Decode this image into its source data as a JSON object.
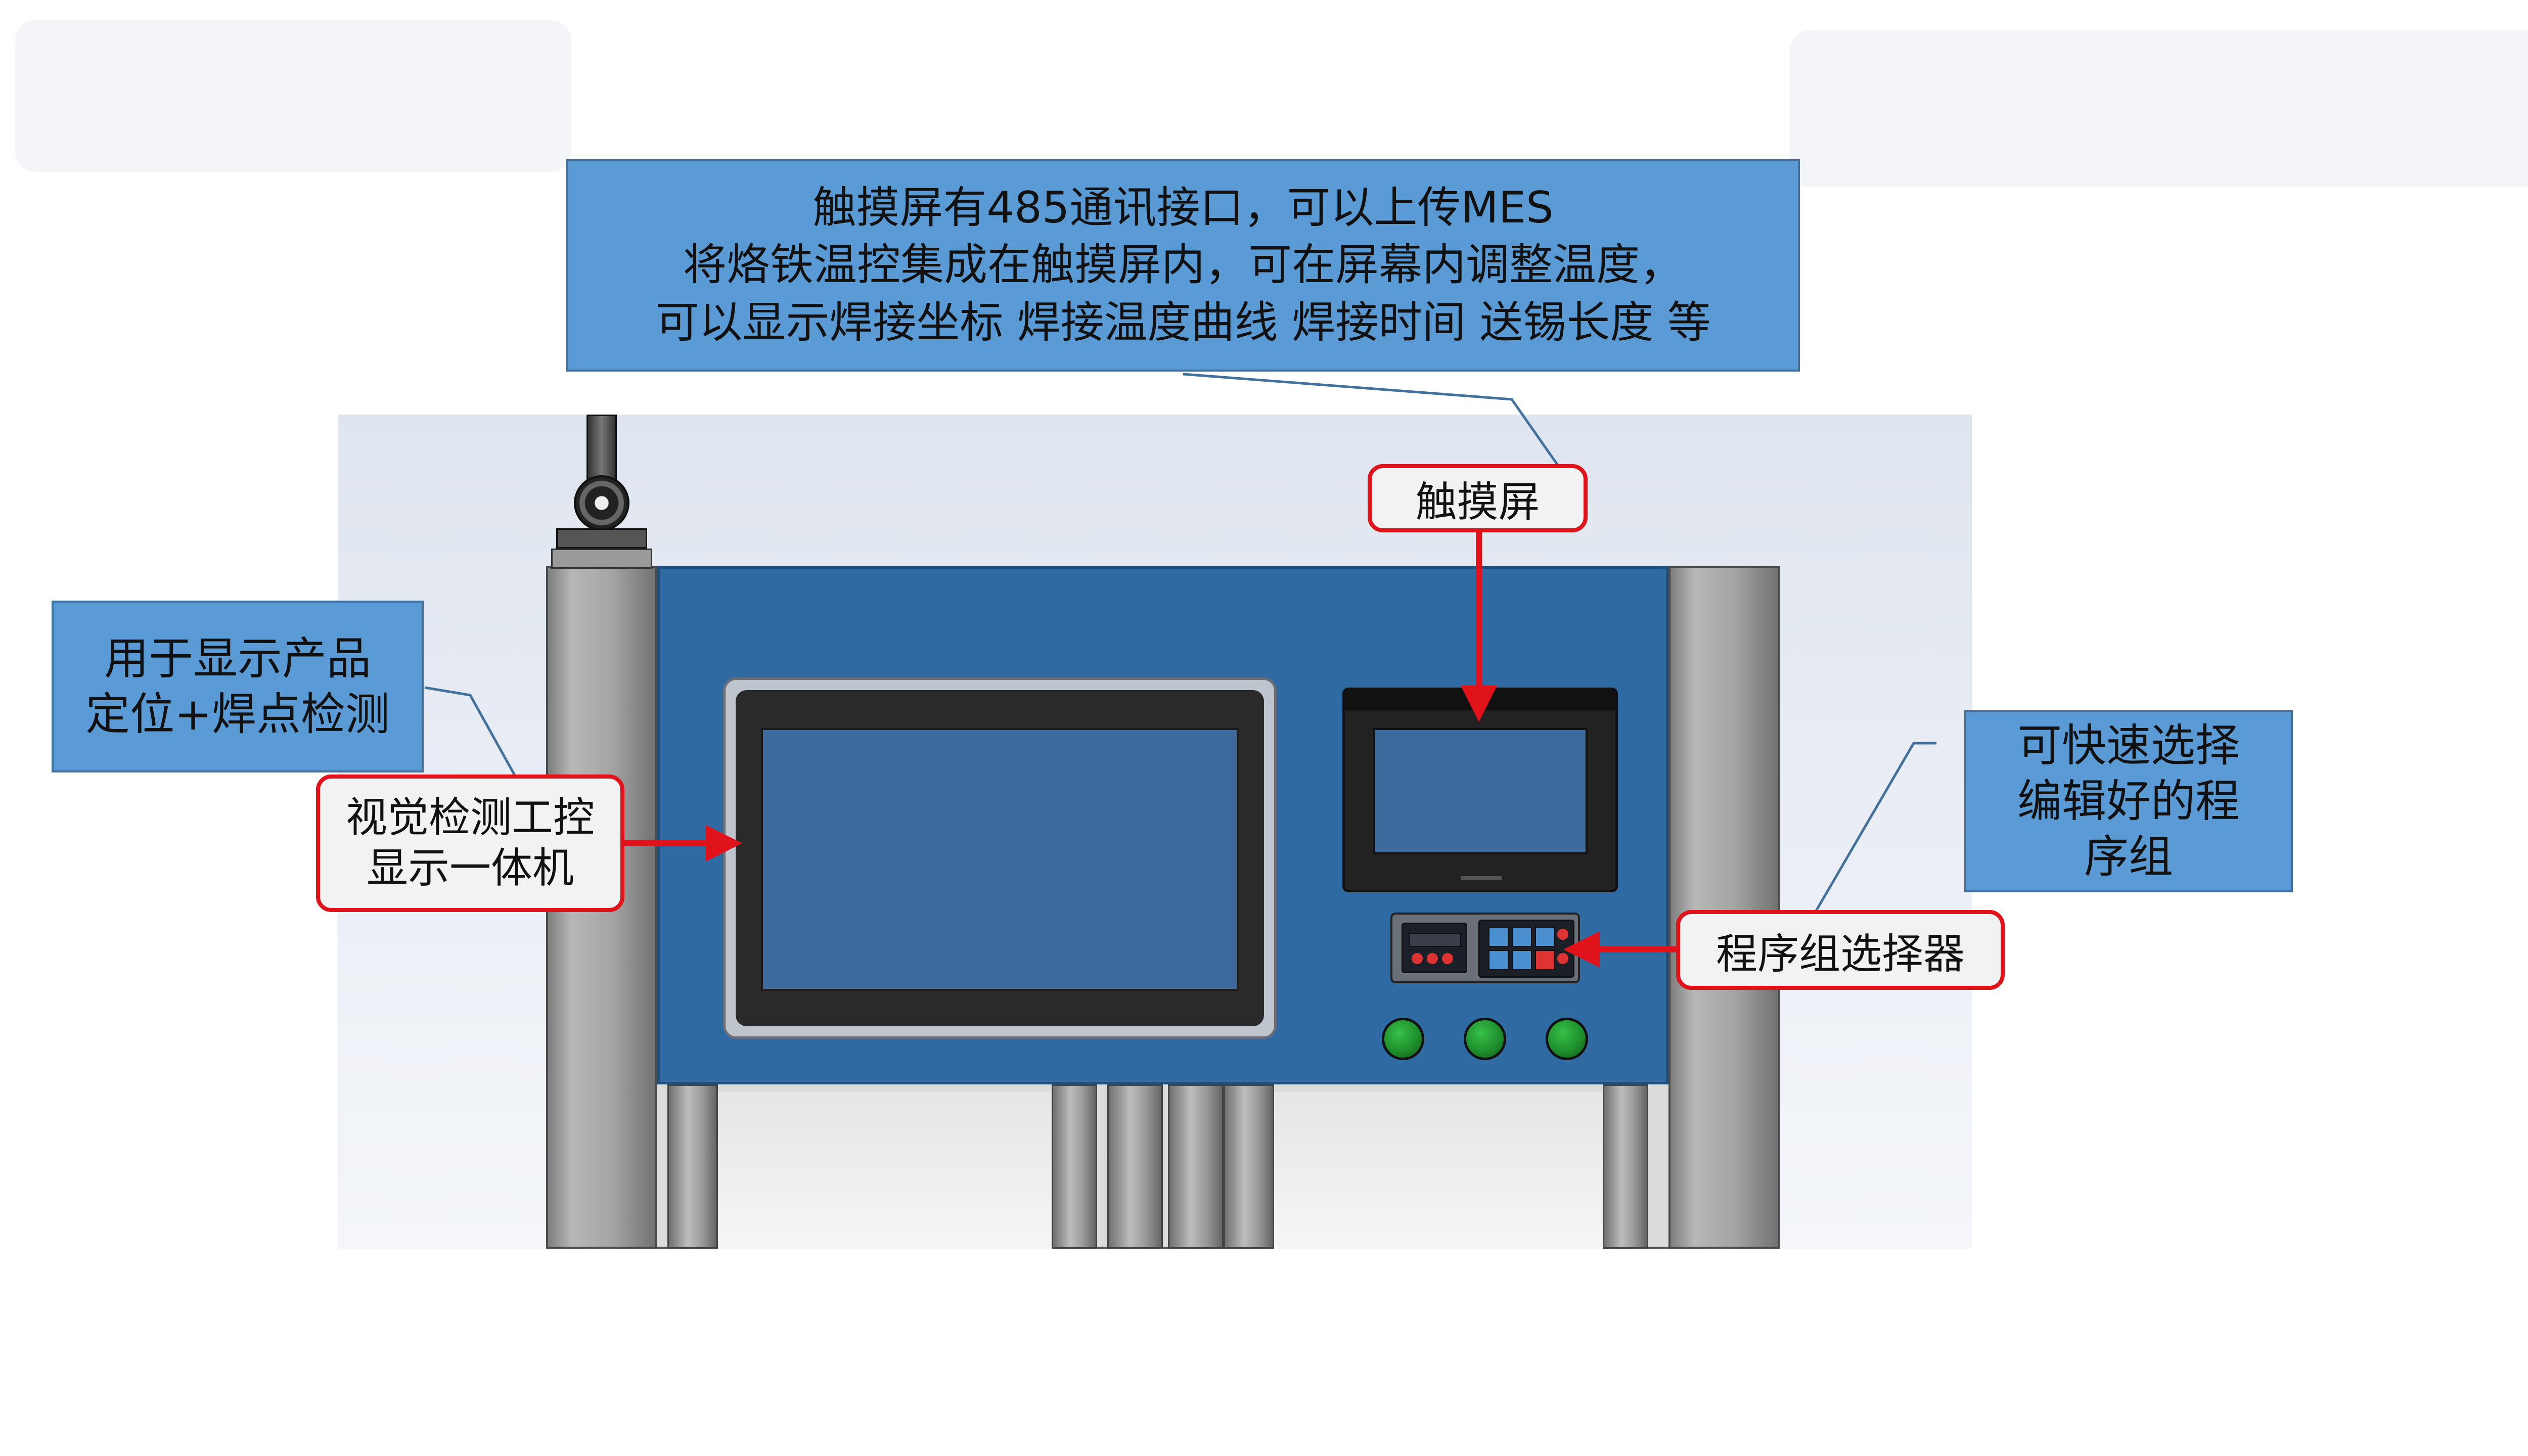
{
  "notes": {
    "top_line1": "触摸屏有485通讯接口，可以上传MES",
    "top_line2": "将烙铁温控集成在触摸屏内，可在屏幕内调整温度，",
    "top_line3": "可以显示焊接坐标 焊接温度曲线 焊接时间 送锡长度 等",
    "left_line1": "用于显示产品",
    "left_line2": "定位+焊点检测",
    "right_line1": "可快速选择",
    "right_line2": "编辑好的程",
    "right_line3": "序组"
  },
  "labels": {
    "touchscreen": "触摸屏",
    "vision_line1": "视觉检测工控",
    "vision_line2": "显示一体机",
    "program_selector": "程序组选择器"
  },
  "colors": {
    "note_fill": "#5b9bd5",
    "label_border": "#e0121a",
    "panel_blue": "#2f6aa3",
    "button_green": "#1f8f2c"
  }
}
